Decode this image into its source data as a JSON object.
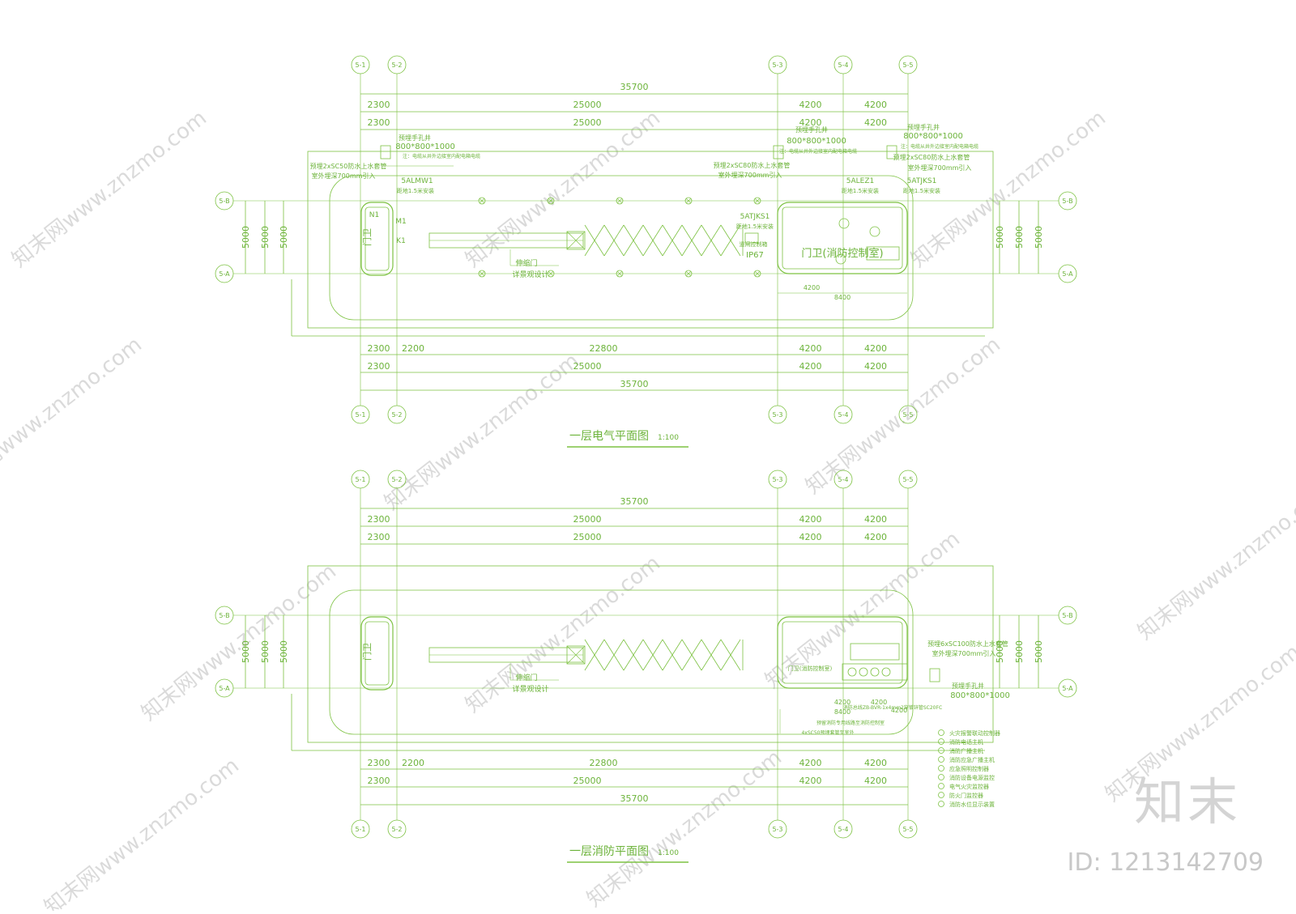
{
  "colors": {
    "line": "#7dc242",
    "dim": "#7dc242",
    "text": "#6cb33a",
    "watermark": "#d2d2d2"
  },
  "watermark_text": "知末网www.znzmo.com",
  "brand": {
    "logo": "知末",
    "id": "ID: 1213142709"
  },
  "axes": {
    "top_labels": [
      "5-1",
      "5-2",
      "5-3",
      "5-4",
      "5-5"
    ],
    "row_b": "5-B",
    "row_a": "5-A"
  },
  "plan1": {
    "title": "一层电气平面图",
    "scale": "1:100",
    "dims_top": {
      "total": "35700",
      "row1": [
        "2300",
        "25000",
        "4200",
        "4200"
      ],
      "row2": [
        "2300",
        "25000",
        "4200",
        "4200"
      ]
    },
    "dims_bottom": {
      "row1": [
        "2300",
        "2200",
        "22800",
        "4200",
        "4200"
      ],
      "row2": [
        "2300",
        "25000",
        "4200",
        "4200"
      ],
      "total": "35700"
    },
    "dims_side": [
      "5000",
      "5000",
      "5000"
    ],
    "inner_dims": [
      "4200",
      "8400"
    ],
    "annotations": {
      "box1_name": "预埋手孔井",
      "box1_size": "800*800*1000",
      "box1_note": "注：电缆从井外边接室内配电箱电缆",
      "pipe1": "预埋2xSC50防水上水套管",
      "pipe1b": "室外埋深700mm引入",
      "panel1": "5ALMW1",
      "panel1b": "距地1.5米安装",
      "box2_name": "预埋手孔井",
      "box2_size": "800*800*1000",
      "box2_note": "注：电缆从井外边接室内配电箱电缆",
      "pipe2": "预埋2xSC80防水上水套管",
      "pipe2b": "室外埋深700mm引入",
      "box3_name": "预埋手孔井",
      "box3_size": "800*800*1000",
      "box3_note": "注：电缆从井外边接室内配电箱电缆",
      "pipe3": "预埋2xSC80防水上水套管",
      "pipe3b": "室外埋深700mm引入",
      "panel2": "5ALEZ1",
      "panel2b": "距地1.5米安装",
      "panel3": "5ATJKS1",
      "panel3b": "距地1.5米安装",
      "panel4": "5ATJKS1",
      "panel4b": "距地1.5米安装",
      "gate_ctrl": "道闸控制箱",
      "ip": "IP67",
      "room1": "门卫",
      "room2": "门卫(消防控制室)",
      "gate": "伸缩门",
      "gate_note": "详景观设计",
      "n1": "N1",
      "m1": "M1",
      "k1": "K1"
    }
  },
  "plan2": {
    "title": "一层消防平面图",
    "scale": "1:100",
    "dims_top": {
      "total": "35700",
      "row1": [
        "2300",
        "25000",
        "4200",
        "4200"
      ],
      "row2": [
        "2300",
        "25000",
        "4200",
        "4200"
      ]
    },
    "dims_bottom": {
      "row1": [
        "2300",
        "2200",
        "22800",
        "4200",
        "4200"
      ],
      "row2": [
        "2300",
        "25000",
        "4200",
        "4200"
      ],
      "total": "35700"
    },
    "dims_side": [
      "5000",
      "5000",
      "5000"
    ],
    "inner_dims": [
      "4200",
      "8400",
      "4200"
    ],
    "annotations": {
      "room1": "门卫",
      "room2": "门卫(消防控制室)",
      "gate": "伸缩门",
      "gate_note": "详景观设计",
      "pipe": "预埋6xSC100防水上水套管",
      "pipe_b": "室外埋深700mm引入",
      "box_name": "预埋手孔井",
      "box_size": "800*800*1000",
      "cable": "消防总线ZB-BVR-1x4mm2穿镀锌管SC20FC",
      "note1": "预留消防专用线路至消防控制室",
      "note2": "4xSC50预埋套管至室外",
      "legend": [
        "火灾报警联动控制器",
        "消防电话主机",
        "消防广播主机",
        "消防应急广播主机",
        "应急照明控制器",
        "消防设备电源监控",
        "电气火灾监控器",
        "防火门监控器",
        "消防水位显示装置"
      ]
    }
  }
}
